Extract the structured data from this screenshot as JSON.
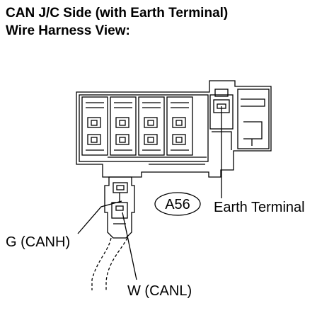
{
  "title": {
    "line1": "CAN J/C Side (with Earth Terminal)",
    "line2": "Wire Harness View:"
  },
  "connector": {
    "code": "A56",
    "earth_label": "Earth Terminal"
  },
  "wires": {
    "canh_label": "G (CANH)",
    "canl_label": "W (CANL)"
  }
}
